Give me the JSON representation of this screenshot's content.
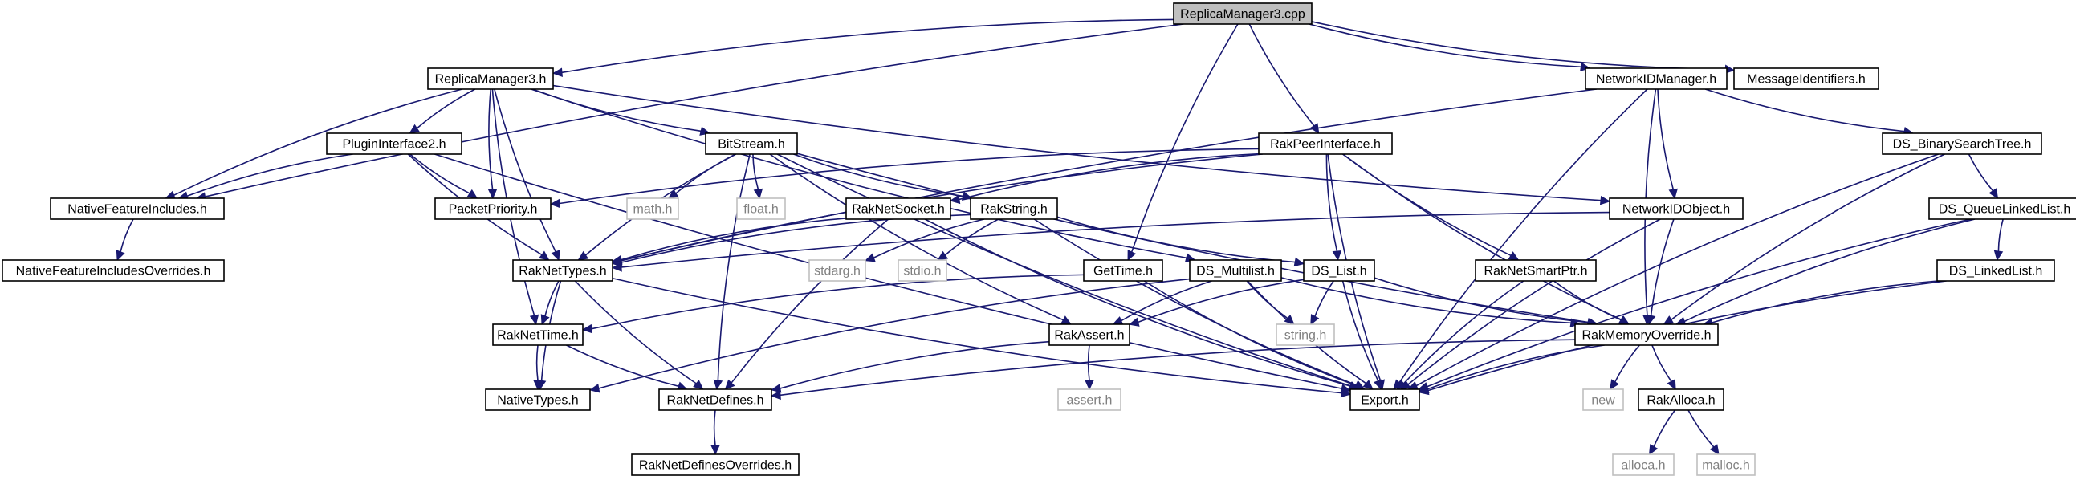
{
  "graph": {
    "nodes": [
      {
        "id": "rm3cpp",
        "label": "ReplicaManager3.cpp",
        "style": "root"
      },
      {
        "id": "rm3h",
        "label": "ReplicaManager3.h",
        "style": "normal"
      },
      {
        "id": "nidm",
        "label": "NetworkIDManager.h",
        "style": "normal"
      },
      {
        "id": "msgid",
        "label": "MessageIdentifiers.h",
        "style": "normal"
      },
      {
        "id": "plugin",
        "label": "PluginInterface2.h",
        "style": "normal"
      },
      {
        "id": "bitstream",
        "label": "BitStream.h",
        "style": "normal"
      },
      {
        "id": "rakpeer",
        "label": "RakPeerInterface.h",
        "style": "normal"
      },
      {
        "id": "dsbst",
        "label": "DS_BinarySearchTree.h",
        "style": "normal"
      },
      {
        "id": "nfi",
        "label": "NativeFeatureIncludes.h",
        "style": "normal"
      },
      {
        "id": "packetprio",
        "label": "PacketPriority.h",
        "style": "normal"
      },
      {
        "id": "mathh",
        "label": "math.h",
        "style": "system"
      },
      {
        "id": "floath",
        "label": "float.h",
        "style": "system"
      },
      {
        "id": "raknetsocket",
        "label": "RakNetSocket.h",
        "style": "normal"
      },
      {
        "id": "rakstring",
        "label": "RakString.h",
        "style": "normal"
      },
      {
        "id": "nidobj",
        "label": "NetworkIDObject.h",
        "style": "normal"
      },
      {
        "id": "dsqll",
        "label": "DS_QueueLinkedList.h",
        "style": "normal"
      },
      {
        "id": "nfio",
        "label": "NativeFeatureIncludesOverrides.h",
        "style": "normal"
      },
      {
        "id": "raknettypes",
        "label": "RakNetTypes.h",
        "style": "normal"
      },
      {
        "id": "stdargh",
        "label": "stdarg.h",
        "style": "system"
      },
      {
        "id": "stdioh",
        "label": "stdio.h",
        "style": "system"
      },
      {
        "id": "gettime",
        "label": "GetTime.h",
        "style": "normal"
      },
      {
        "id": "dsmultilist",
        "label": "DS_Multilist.h",
        "style": "normal"
      },
      {
        "id": "dslist",
        "label": "DS_List.h",
        "style": "normal"
      },
      {
        "id": "raknetsmartptr",
        "label": "RakNetSmartPtr.h",
        "style": "normal"
      },
      {
        "id": "dsll",
        "label": "DS_LinkedList.h",
        "style": "normal"
      },
      {
        "id": "raknettime",
        "label": "RakNetTime.h",
        "style": "normal"
      },
      {
        "id": "stringh",
        "label": "string.h",
        "style": "system"
      },
      {
        "id": "rakassert",
        "label": "RakAssert.h",
        "style": "normal"
      },
      {
        "id": "rakmem",
        "label": "RakMemoryOverride.h",
        "style": "normal"
      },
      {
        "id": "nativetypes",
        "label": "NativeTypes.h",
        "style": "normal"
      },
      {
        "id": "raknetdefines",
        "label": "RakNetDefines.h",
        "style": "normal"
      },
      {
        "id": "asserth",
        "label": "assert.h",
        "style": "system"
      },
      {
        "id": "exporth",
        "label": "Export.h",
        "style": "normal"
      },
      {
        "id": "newh",
        "label": "new",
        "style": "system"
      },
      {
        "id": "rakalloca",
        "label": "RakAlloca.h",
        "style": "normal"
      },
      {
        "id": "rndo",
        "label": "RakNetDefinesOverrides.h",
        "style": "normal"
      },
      {
        "id": "allocah",
        "label": "alloca.h",
        "style": "system"
      },
      {
        "id": "malloch",
        "label": "malloc.h",
        "style": "system"
      }
    ],
    "edges": [
      [
        "rm3cpp",
        "rm3h"
      ],
      [
        "rm3cpp",
        "nidm"
      ],
      [
        "rm3cpp",
        "msgid"
      ],
      [
        "rm3cpp",
        "nfi"
      ],
      [
        "rm3cpp",
        "rakpeer"
      ],
      [
        "rm3cpp",
        "gettime"
      ],
      [
        "rm3h",
        "plugin"
      ],
      [
        "rm3h",
        "bitstream"
      ],
      [
        "rm3h",
        "nfi"
      ],
      [
        "rm3h",
        "packetprio"
      ],
      [
        "rm3h",
        "raknettypes"
      ],
      [
        "rm3h",
        "raknettime"
      ],
      [
        "rm3h",
        "nidobj"
      ],
      [
        "rm3h",
        "dsmultilist"
      ],
      [
        "nidm",
        "raknettypes"
      ],
      [
        "nidm",
        "dsbst"
      ],
      [
        "nidm",
        "nidobj"
      ],
      [
        "nidm",
        "rakmem"
      ],
      [
        "nidm",
        "exporth"
      ],
      [
        "plugin",
        "nfi"
      ],
      [
        "plugin",
        "packetprio"
      ],
      [
        "plugin",
        "raknettypes"
      ],
      [
        "plugin",
        "exporth"
      ],
      [
        "bitstream",
        "mathh"
      ],
      [
        "bitstream",
        "floath"
      ],
      [
        "bitstream",
        "raknettypes"
      ],
      [
        "bitstream",
        "rakstring"
      ],
      [
        "bitstream",
        "raknetdefines"
      ],
      [
        "bitstream",
        "rakassert"
      ],
      [
        "bitstream",
        "exporth"
      ],
      [
        "bitstream",
        "rakmem"
      ],
      [
        "rakpeer",
        "packetprio"
      ],
      [
        "rakpeer",
        "raknettypes"
      ],
      [
        "rakpeer",
        "raknetsocket"
      ],
      [
        "rakpeer",
        "dslist"
      ],
      [
        "rakpeer",
        "raknetsmartptr"
      ],
      [
        "rakpeer",
        "rakmem"
      ],
      [
        "rakpeer",
        "exporth"
      ],
      [
        "dsbst",
        "dsqll"
      ],
      [
        "dsbst",
        "rakmem"
      ],
      [
        "dsbst",
        "exporth"
      ],
      [
        "nfi",
        "nfio"
      ],
      [
        "raknetsocket",
        "raknettypes"
      ],
      [
        "raknetsocket",
        "raknetdefines"
      ],
      [
        "raknetsocket",
        "exporth"
      ],
      [
        "rakstring",
        "raknettypes"
      ],
      [
        "rakstring",
        "stdargh"
      ],
      [
        "rakstring",
        "stdioh"
      ],
      [
        "rakstring",
        "dslist"
      ],
      [
        "rakstring",
        "exporth"
      ],
      [
        "nidobj",
        "raknettypes"
      ],
      [
        "nidobj",
        "rakmem"
      ],
      [
        "nidobj",
        "exporth"
      ],
      [
        "dsqll",
        "dsll"
      ],
      [
        "dsqll",
        "rakmem"
      ],
      [
        "dsqll",
        "exporth"
      ],
      [
        "raknettypes",
        "nativetypes"
      ],
      [
        "raknettypes",
        "raknettime"
      ],
      [
        "raknettypes",
        "raknetdefines"
      ],
      [
        "raknettypes",
        "exporth"
      ],
      [
        "gettime",
        "raknettime"
      ],
      [
        "gettime",
        "exporth"
      ],
      [
        "dsmultilist",
        "rakassert"
      ],
      [
        "dsmultilist",
        "stringh"
      ],
      [
        "dsmultilist",
        "exporth"
      ],
      [
        "dsmultilist",
        "rakmem"
      ],
      [
        "dsmultilist",
        "nativetypes"
      ],
      [
        "dslist",
        "rakassert"
      ],
      [
        "dslist",
        "stringh"
      ],
      [
        "dslist",
        "exporth"
      ],
      [
        "dslist",
        "rakmem"
      ],
      [
        "raknetsmartptr",
        "rakmem"
      ],
      [
        "raknetsmartptr",
        "exporth"
      ],
      [
        "dsll",
        "rakmem"
      ],
      [
        "dsll",
        "exporth"
      ],
      [
        "raknettime",
        "nativetypes"
      ],
      [
        "raknettime",
        "raknetdefines"
      ],
      [
        "rakassert",
        "asserth"
      ],
      [
        "rakassert",
        "raknetdefines"
      ],
      [
        "rakmem",
        "exporth"
      ],
      [
        "rakmem",
        "newh"
      ],
      [
        "rakmem",
        "rakalloca"
      ],
      [
        "rakmem",
        "raknetdefines"
      ],
      [
        "raknetdefines",
        "rndo"
      ],
      [
        "rakalloca",
        "allocah"
      ],
      [
        "rakalloca",
        "malloch"
      ]
    ]
  }
}
